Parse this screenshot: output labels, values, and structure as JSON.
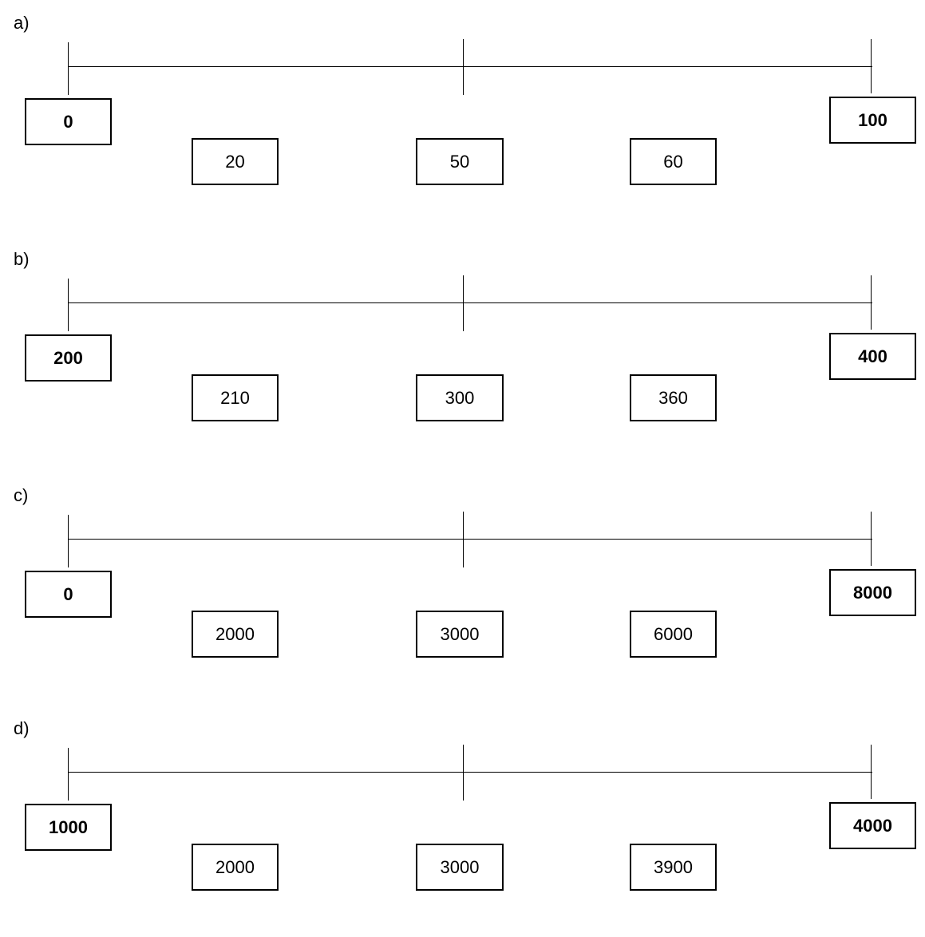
{
  "number_lines": [
    {
      "label": "a)",
      "start": "0",
      "end": "100",
      "options": [
        "20",
        "50",
        "60"
      ]
    },
    {
      "label": "b)",
      "start": "200",
      "end": "400",
      "options": [
        "210",
        "300",
        "360"
      ]
    },
    {
      "label": "c)",
      "start": "0",
      "end": "8000",
      "options": [
        "2000",
        "3000",
        "6000"
      ]
    },
    {
      "label": "d)",
      "start": "1000",
      "end": "4000",
      "options": [
        "2000",
        "3000",
        "3900"
      ]
    }
  ]
}
